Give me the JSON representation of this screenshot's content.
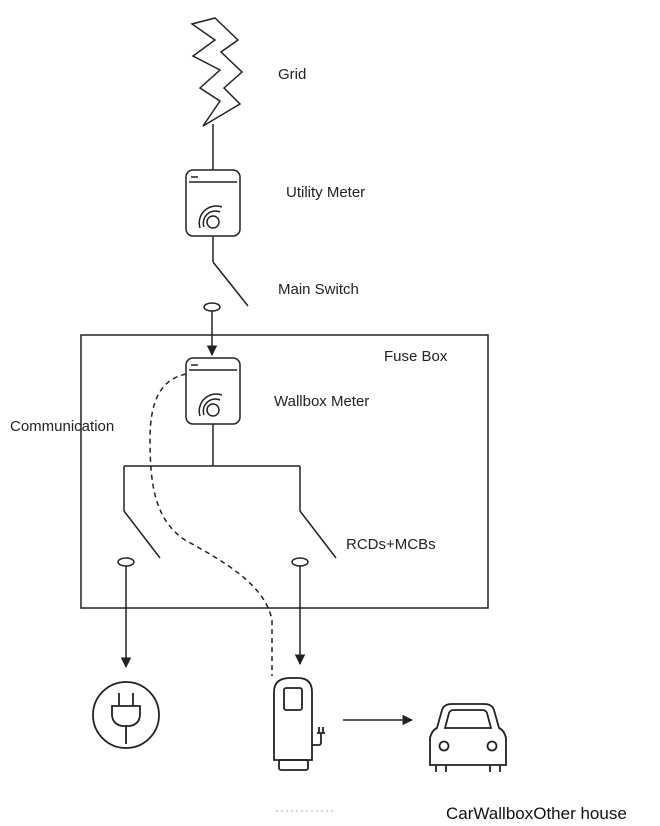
{
  "labels": {
    "grid": "Grid",
    "utility_meter": "Utility Meter",
    "main_switch": "Main Switch",
    "fuse_box": "Fuse Box",
    "wallbox_meter": "Wallbox Meter",
    "communication": "Communication",
    "rcds_mcbs": "RCDs+MCBs"
  },
  "caption": "CarWallboxOther house",
  "colors": {
    "stroke": "#222222",
    "background": "#ffffff"
  },
  "icons": [
    "lightning-icon",
    "meter-icon",
    "plug-socket-icon",
    "charger-icon",
    "car-icon"
  ]
}
